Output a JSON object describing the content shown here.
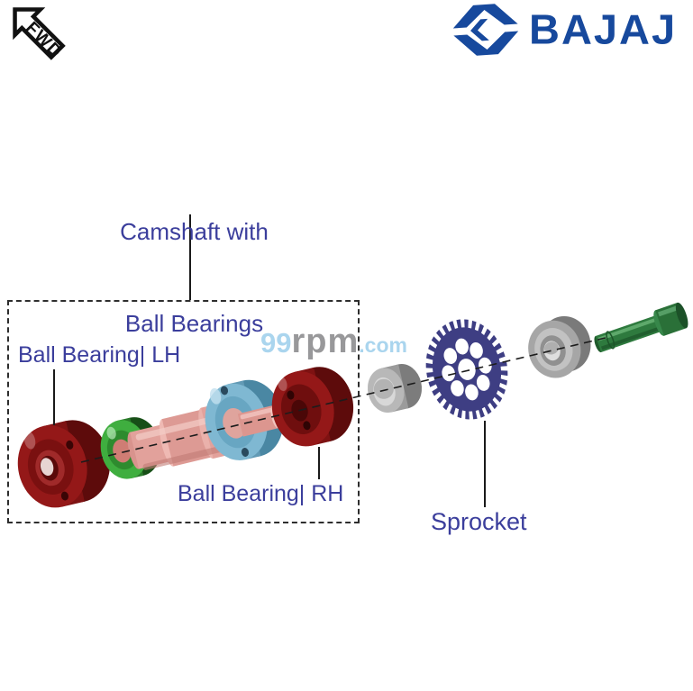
{
  "direction_marker": {
    "label": "FWD"
  },
  "brand": {
    "name": "BAJAJ",
    "color": "#17499d"
  },
  "watermark": {
    "part1": "99",
    "part2": "rpm",
    "part3": ".com",
    "blue": "#aad5ee",
    "gray": "#98989a"
  },
  "callouts": {
    "text_color": "#3b3e9c",
    "camshaft_line1": "Camshaft with",
    "camshaft_line2": "Ball Bearings",
    "bearing_lh": "Ball Bearing| LH",
    "bearing_rh": "Ball Bearing| RH",
    "sprocket": "Sprocket"
  },
  "parts": {
    "ball_bearing_lh": {
      "label": "Ball Bearing| LH",
      "color": "#941818"
    },
    "collar": {
      "color": "#3fae3f"
    },
    "camshaft": {
      "color": "#e2a19b"
    },
    "flange": {
      "color": "#7fb8d2"
    },
    "ball_bearing_rh": {
      "label": "Ball Bearing| RH",
      "color": "#941818"
    },
    "spacer_ring": {
      "color": "#b8b8b8"
    },
    "sprocket": {
      "label": "Sprocket",
      "color": "#3e3e83"
    },
    "washer": {
      "color": "#a6a6a6"
    },
    "bolt": {
      "color": "#2e7a3e"
    }
  }
}
